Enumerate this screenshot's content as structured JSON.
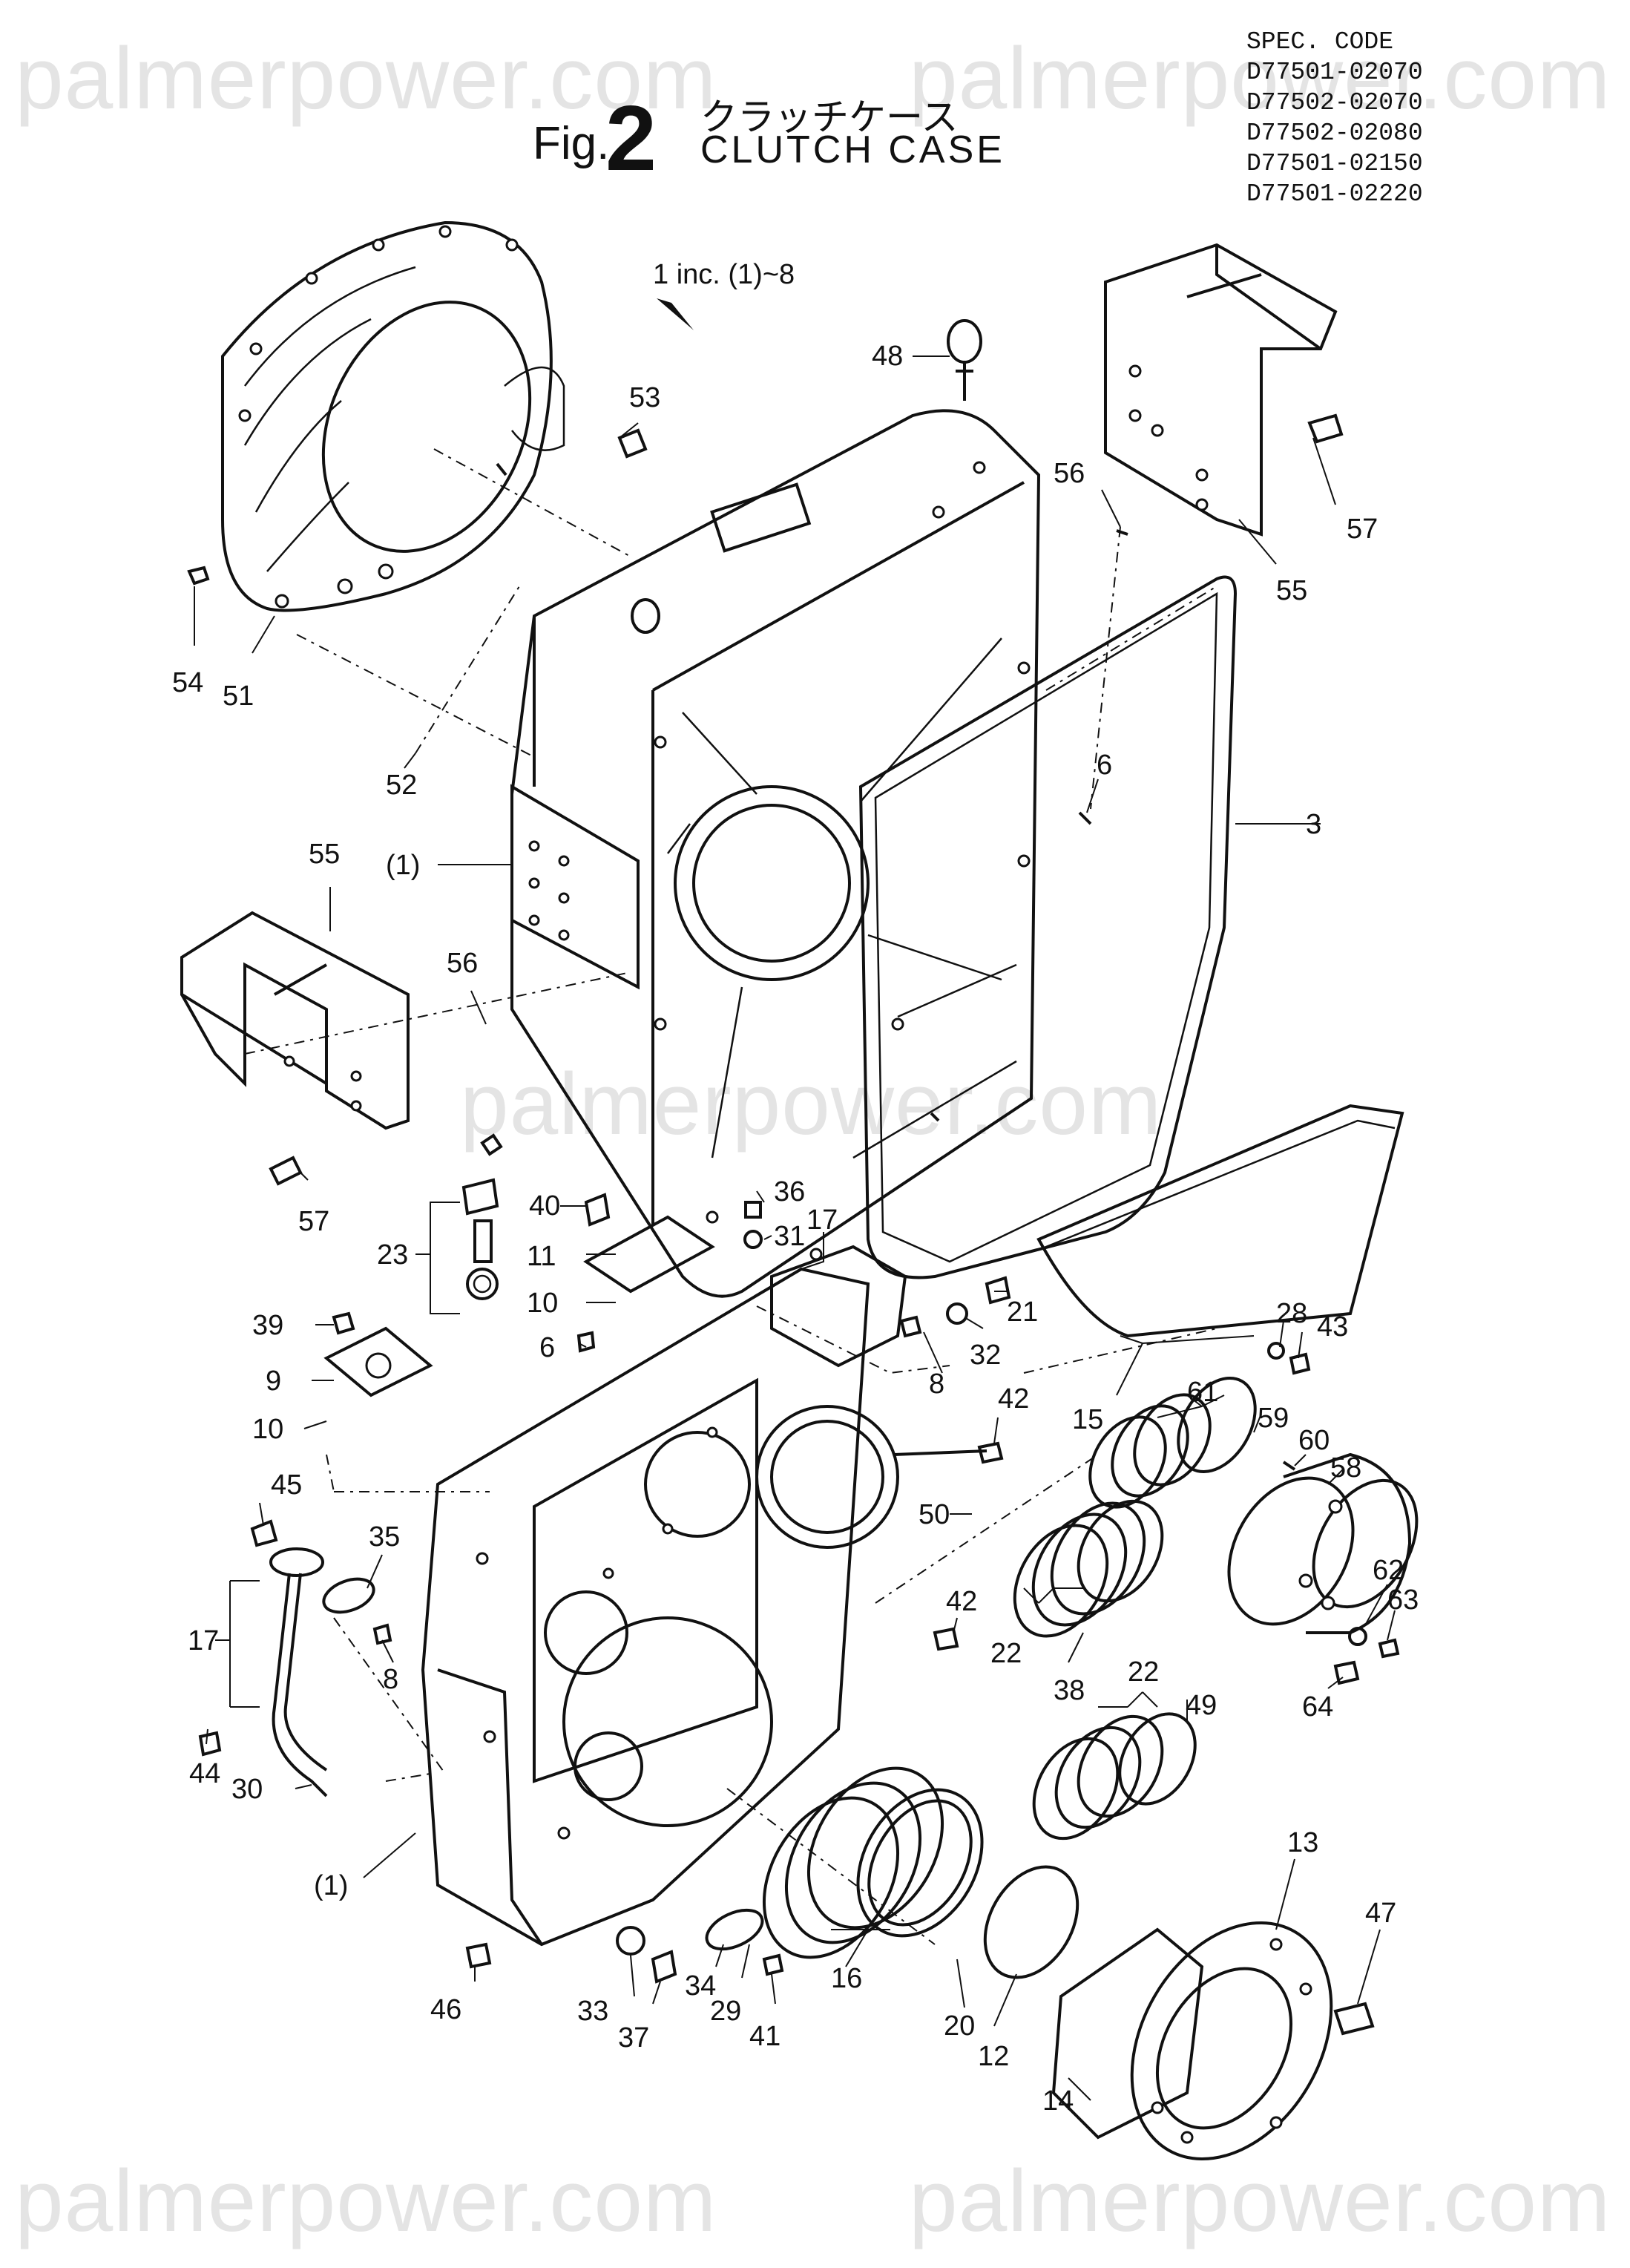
{
  "watermark": "palmerpower.com",
  "figure": {
    "prefix": "Fig.",
    "number": "2",
    "title_jp": "クラッチケース",
    "title_en": "CLUTCH CASE"
  },
  "spec": {
    "heading": "SPEC. CODE",
    "codes": [
      "D77501-02070",
      "D77502-02070",
      "D77502-02080",
      "D77501-02150",
      "D77501-02220"
    ]
  },
  "assembly_note": "1  inc. (1)~8",
  "callouts": {
    "c53": "53",
    "c48": "48",
    "c56a": "56",
    "c57a": "57",
    "c55a": "55",
    "c54": "54",
    "c51": "51",
    "c52": "52",
    "c6a": "6",
    "c3": "3",
    "c1a": "(1)",
    "c55b": "55",
    "c56b": "56",
    "c57b": "57",
    "c23": "23",
    "c40": "40",
    "c36": "36",
    "c31": "31",
    "c17a": "17",
    "c11": "11",
    "c10a": "10",
    "c39": "39",
    "c6b": "6",
    "c9": "9",
    "c10b": "10",
    "c45": "45",
    "c35": "35",
    "c17b": "17",
    "c8a": "8",
    "c44": "44",
    "c30": "30",
    "c1b": "(1)",
    "c46": "46",
    "c33": "33",
    "c37": "37",
    "c34": "34",
    "c29": "29",
    "c41": "41",
    "c16": "16",
    "c20": "20",
    "c12": "12",
    "c14": "14",
    "c13": "13",
    "c47": "47",
    "c21": "21",
    "c32": "32",
    "c8b": "8",
    "c28": "28",
    "c43": "43",
    "c15": "15",
    "c42a": "42",
    "c50": "50",
    "c61": "61",
    "c59": "59",
    "c60": "60",
    "c58": "58",
    "c62": "62",
    "c63": "63",
    "c64": "64",
    "c42b": "42",
    "c22a": "22",
    "c38": "38",
    "c22b": "22",
    "c49": "49"
  }
}
